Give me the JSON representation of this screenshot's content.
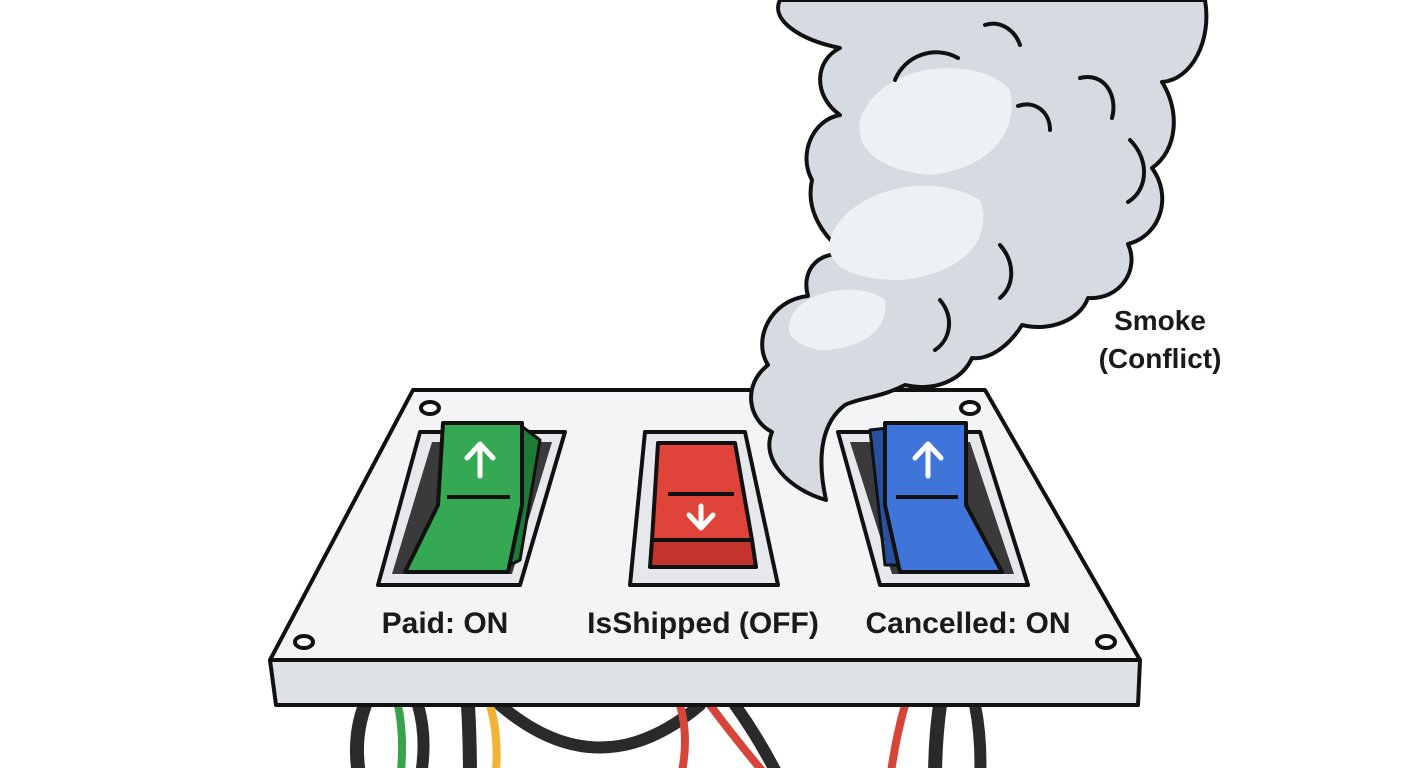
{
  "switches": [
    {
      "label": "Paid: ON",
      "state": "on",
      "color": "#34a853",
      "arrow": "up"
    },
    {
      "label": "IsShipped (OFF)",
      "state": "off",
      "color": "#e0433a",
      "arrow": "down"
    },
    {
      "label": "Cancelled: ON",
      "state": "on",
      "color": "#3f74d8",
      "arrow": "up"
    }
  ],
  "smoke": {
    "line1": "Smoke",
    "line2": "(Conflict)",
    "color": "#d6dbe1"
  },
  "panel": {
    "face_color": "#f3f4f6",
    "edge_color": "#cfd3d8"
  },
  "wire_colors": [
    "#2a2a2a",
    "#3aa14c",
    "#f2b233",
    "#d7453a"
  ]
}
